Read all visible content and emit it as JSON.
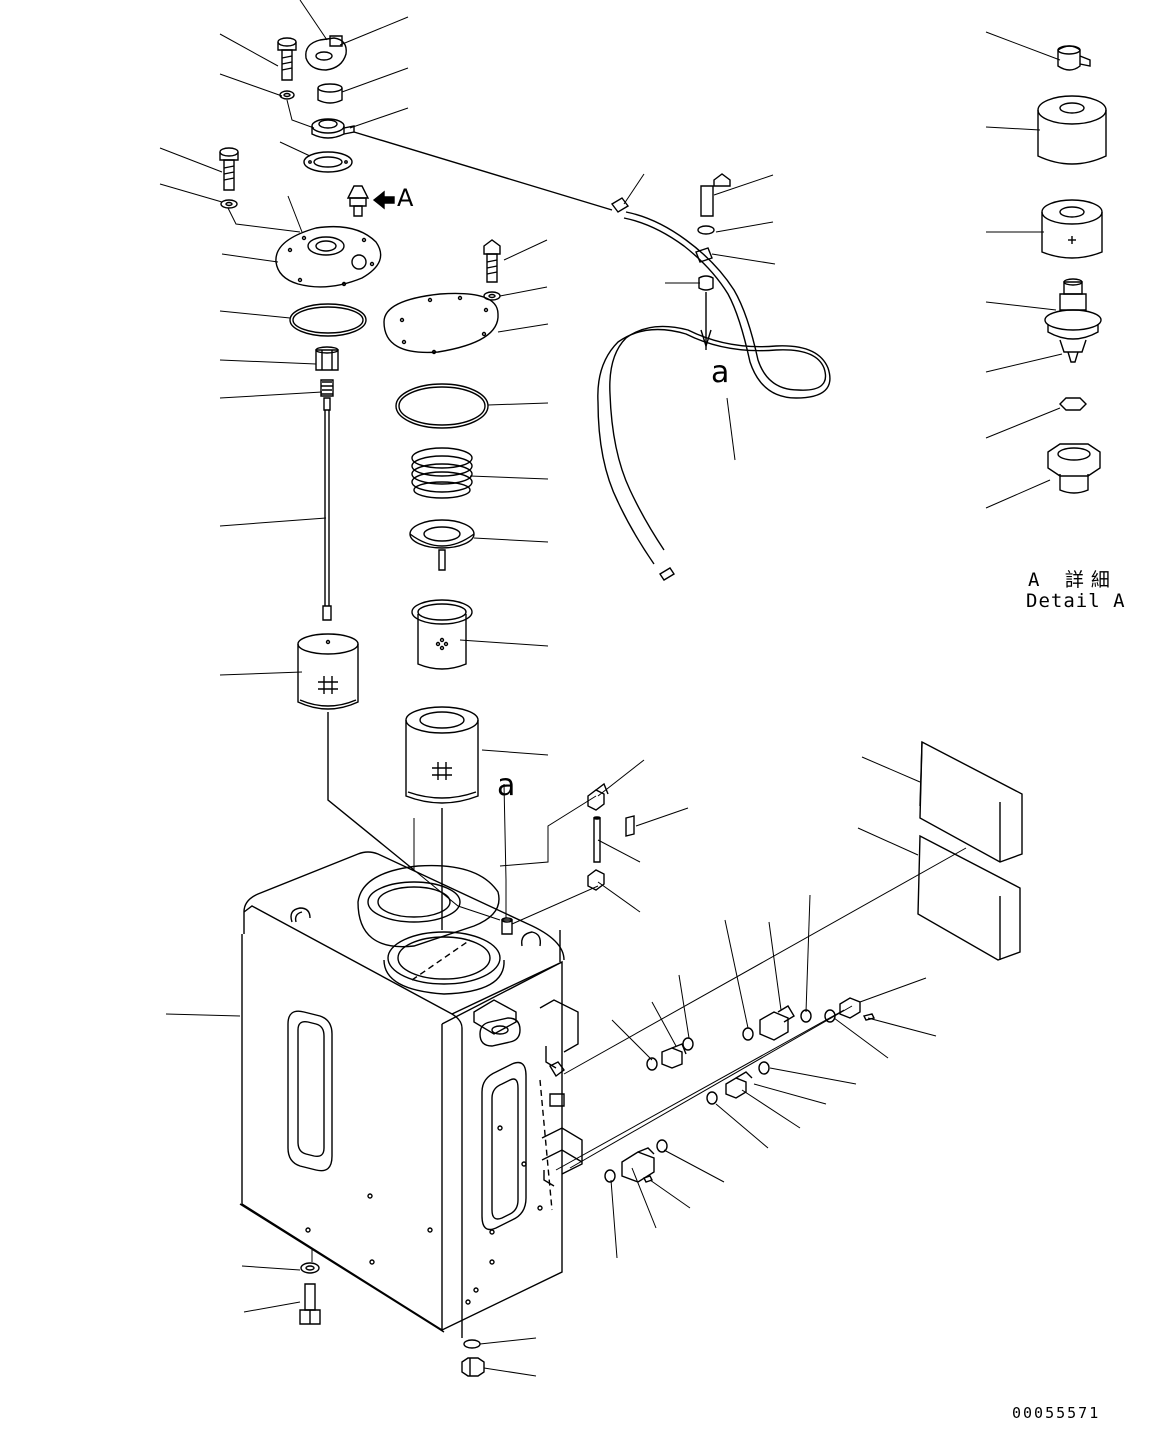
{
  "detail": {
    "title": "A 詳細",
    "subtitle": "Detail A"
  },
  "callouts": {
    "view_a_upper": "A",
    "hose_a_upper": "a",
    "hose_a_lower": "a"
  },
  "drawing_number": "00055571"
}
